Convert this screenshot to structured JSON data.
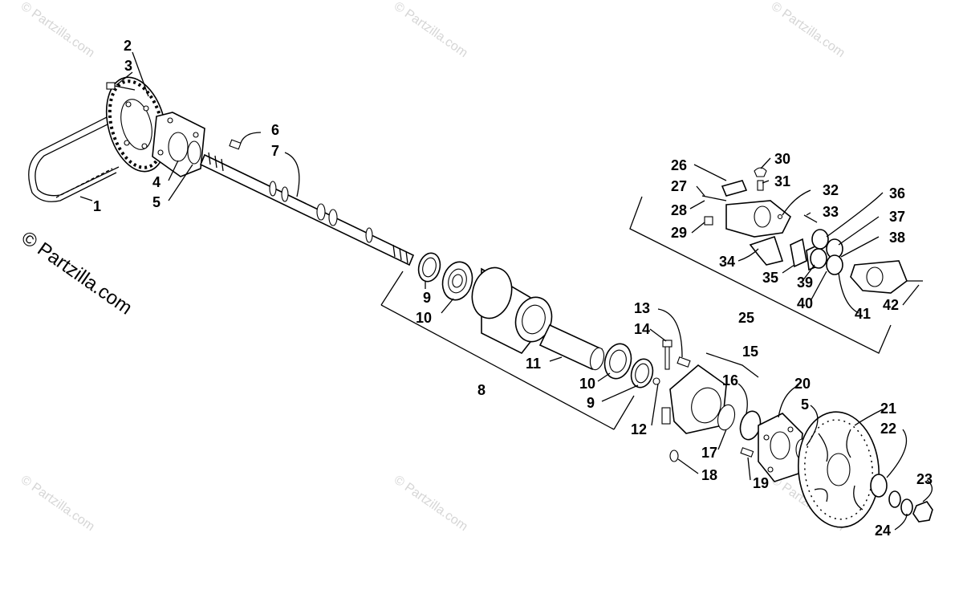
{
  "watermark": {
    "main": "© Partzilla.com",
    "small": "© Partzilla.com"
  },
  "callouts": [
    {
      "id": "c1",
      "label": "1"
    },
    {
      "id": "c2",
      "label": "2"
    },
    {
      "id": "c3",
      "label": "3"
    },
    {
      "id": "c4",
      "label": "4"
    },
    {
      "id": "c5a",
      "label": "5"
    },
    {
      "id": "c6",
      "label": "6"
    },
    {
      "id": "c7",
      "label": "7"
    },
    {
      "id": "c8",
      "label": "8"
    },
    {
      "id": "c9a",
      "label": "9"
    },
    {
      "id": "c10a",
      "label": "10"
    },
    {
      "id": "c11",
      "label": "11"
    },
    {
      "id": "c10b",
      "label": "10"
    },
    {
      "id": "c9b",
      "label": "9"
    },
    {
      "id": "c12",
      "label": "12"
    },
    {
      "id": "c13",
      "label": "13"
    },
    {
      "id": "c14",
      "label": "14"
    },
    {
      "id": "c15",
      "label": "15"
    },
    {
      "id": "c16",
      "label": "16"
    },
    {
      "id": "c17",
      "label": "17"
    },
    {
      "id": "c18",
      "label": "18"
    },
    {
      "id": "c19",
      "label": "19"
    },
    {
      "id": "c20",
      "label": "20"
    },
    {
      "id": "c5b",
      "label": "5"
    },
    {
      "id": "c21",
      "label": "21"
    },
    {
      "id": "c22",
      "label": "22"
    },
    {
      "id": "c23",
      "label": "23"
    },
    {
      "id": "c24",
      "label": "24"
    },
    {
      "id": "c25",
      "label": "25"
    },
    {
      "id": "c26",
      "label": "26"
    },
    {
      "id": "c27",
      "label": "27"
    },
    {
      "id": "c28",
      "label": "28"
    },
    {
      "id": "c29",
      "label": "29"
    },
    {
      "id": "c30",
      "label": "30"
    },
    {
      "id": "c31",
      "label": "31"
    },
    {
      "id": "c32",
      "label": "32"
    },
    {
      "id": "c33",
      "label": "33"
    },
    {
      "id": "c34",
      "label": "34"
    },
    {
      "id": "c35",
      "label": "35"
    },
    {
      "id": "c36",
      "label": "36"
    },
    {
      "id": "c37",
      "label": "37"
    },
    {
      "id": "c38",
      "label": "38"
    },
    {
      "id": "c39",
      "label": "39"
    },
    {
      "id": "c40",
      "label": "40"
    },
    {
      "id": "c41",
      "label": "41"
    },
    {
      "id": "c42",
      "label": "42"
    }
  ]
}
